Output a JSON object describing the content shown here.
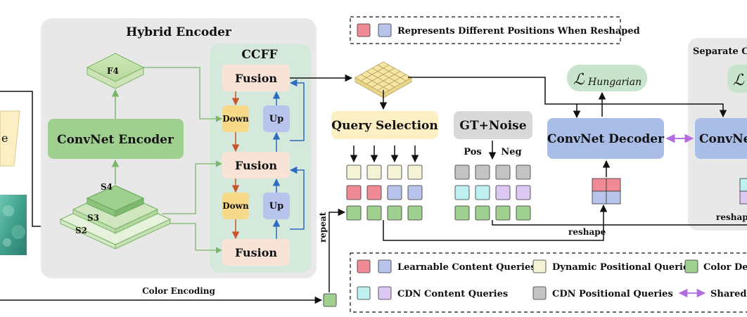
{
  "hybrid_encoder": {
    "title": "Hybrid Encoder",
    "convnet_encoder": "ConvNet Encoder",
    "f4": "F4",
    "s4": "S4",
    "s3": "S3",
    "s2": "S2"
  },
  "ccff": {
    "title": "CCFF",
    "fusion_top": "Fusion",
    "fusion_mid": "Fusion",
    "fusion_bottom": "Fusion",
    "down_1": "Down",
    "down_2": "Down",
    "up_1": "Up",
    "up_2": "Up"
  },
  "legend_top": {
    "text": "Represents Different Positions When Reshaped"
  },
  "query_selection": "Query Selection",
  "gt_noise": {
    "label": "GT+Noise",
    "pos": "Pos",
    "neg": "Neg"
  },
  "decoder": {
    "convnet_decoder": "ConvNet Decoder",
    "convnet_decoder_2_partial": "ConvNe",
    "loss_hungarian_symbol": "ℒ",
    "loss_hungarian_sub": "Hungarian",
    "loss_partial_symbol": "ℒ",
    "separate_partial": "Separate C",
    "reshape_1": "reshape",
    "reshape_2": "reshape"
  },
  "left_partial": {
    "label_partial": "e"
  },
  "labels": {
    "repeat": "repeat",
    "color_encoding": "Color Encoding"
  },
  "legend_bottom": {
    "learnable_content": "Learnable Content Queries",
    "dynamic_positional": "Dynamic Positional Queries",
    "color_partial": "Color Del",
    "cdn_content": "CDN Content Queries",
    "cdn_positional": "CDN Positional Queries",
    "shared_partial": "Shared"
  },
  "colors": {
    "encoder_bg": "#e8e8e8",
    "ccff_bg": "#d4e8dc",
    "green_box": "#9fd08f",
    "green_stroke": "#6aa85e",
    "fusion_fill": "#f8e3d6",
    "down_fill": "#f7d98a",
    "up_fill": "#b8c4ec",
    "decoder_fill": "#a9bde6",
    "query_sel_fill": "#fbefc3",
    "gt_fill": "#d9d9d9",
    "red_sq": "#f08a95",
    "blue_sq": "#b8c4ec",
    "beige_sq": "#f4f3d6",
    "green_sq": "#9fd08f",
    "cyan_sq": "#bff0f0",
    "purple_sq": "#ddc8f4",
    "gray_sq": "#c4c4c4",
    "loss_fill": "#c8e4cc",
    "shared_arrow": "#b36be0",
    "arrow_orange": "#c9532b",
    "arrow_blue": "#2c6bbf",
    "arrow_green": "#7bb56a"
  }
}
